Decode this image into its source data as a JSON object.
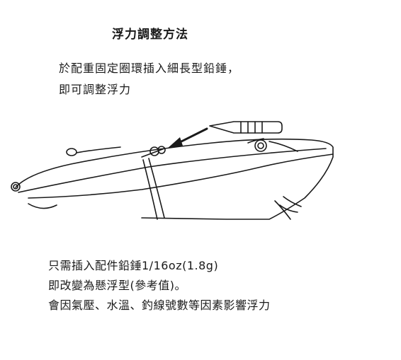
{
  "title": "浮力調整方法",
  "intro": {
    "line1": "於配重固定圈環插入細長型鉛錘，",
    "line2": "即可調整浮力"
  },
  "notes": {
    "line1": "只需插入配件鉛錘1/16oz(1.8g)",
    "line2": "即改變為懸浮型(參考值)。",
    "line3": "會因氣壓、水溫、釣線號數等因素影響浮力"
  }
}
